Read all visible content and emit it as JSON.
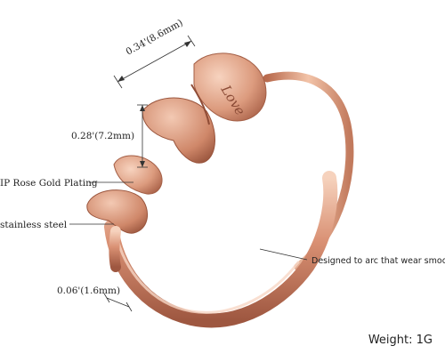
{
  "annotations": {
    "dim_top": "0.34'(8.6mm)",
    "dim_middle": "0.28'(7.2mm)",
    "material_plating": "IP Rose Gold Plating",
    "material_base": "stainless steel",
    "design_note": "Designed to arc that wear smooth",
    "dim_bottom": "0.06'(1.6mm)"
  },
  "engraving": "Love",
  "weight": "Weight: 1G",
  "colors": {
    "rose_gold_light": "#f3c2a6",
    "rose_gold_mid": "#d99073",
    "rose_gold_dark": "#a05a42",
    "leader_line": "#333333"
  }
}
